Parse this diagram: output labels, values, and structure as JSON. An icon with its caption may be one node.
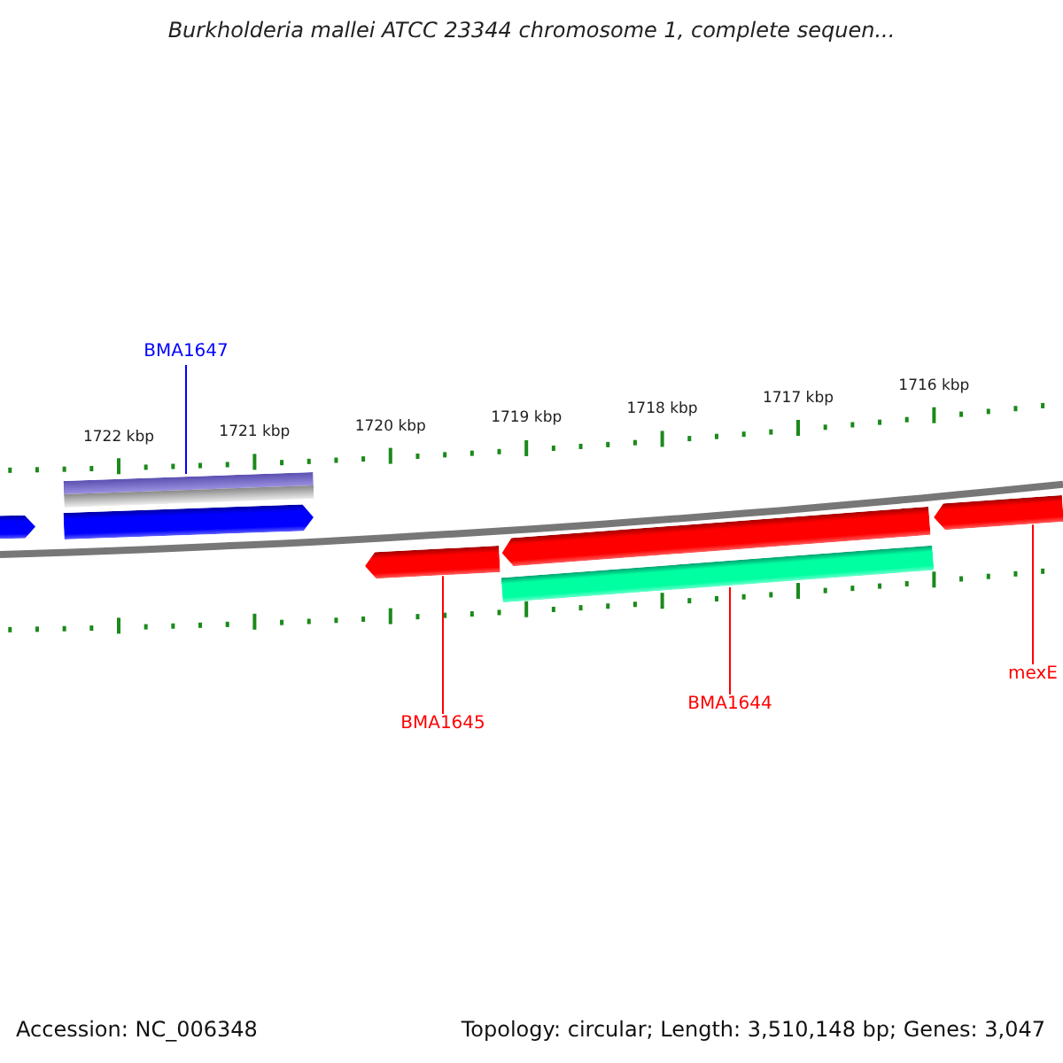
{
  "diagram": {
    "title": "Burkholderia mallei ATCC 23344 chromosome 1, complete sequen...",
    "nodes": [
      {
        "text": [
          "BMA1647"
        ]
      },
      {
        "text": [],
        "shape": "bar"
      },
      {
        "text": [
          "BMA1645"
        ]
      },
      {
        "text": [],
        "shape": "bar"
      },
      {
        "text": [
          "BMA1644"
        ]
      },
      {
        "text": [],
        "shape": "bar"
      },
      {
        "text": [
          "mexE"
        ]
      },
      {
        "text": [],
        "shape": "bar"
      },
      {
        "text": [],
        "shape": "bar"
      },
      {
        "text": [],
        "shape": "bar"
      },
      {
        "text": [],
        "shape": "bar"
      }
    ],
    "edges": [
      {
        "from": 0,
        "to": 1,
        "arrow": "none",
        "color": "#0000ff"
      },
      {
        "from": 2,
        "to": 3,
        "arrow": "none"
      },
      {
        "from": 4,
        "to": 5,
        "arrow": "none"
      },
      {
        "from": 6,
        "to": 7,
        "arrow": "none"
      }
    ],
    "labels": [
      "1722 kbp",
      "1721 kbp",
      "1720 kbp",
      "1719 kbp",
      "1718 kbp",
      "1717 kbp",
      "1716 kbp",
      "Accession: NC_006348",
      "Topology: circular; Length: 3,510,148 bp; Genes: 3,047"
    ]
  }
}
